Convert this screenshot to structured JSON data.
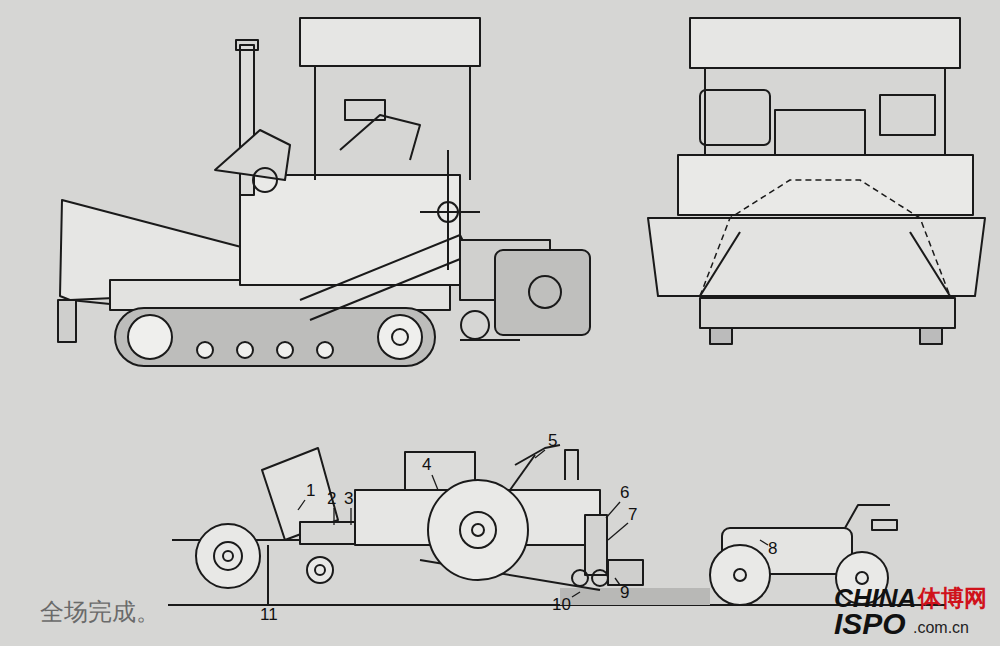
{
  "diagram": {
    "labels": [
      "1",
      "2",
      "3",
      "4",
      "5",
      "6",
      "7",
      "8",
      "9",
      "10",
      "11",
      "全场完成。",
      "CHINA",
      "体博网",
      "ISPO",
      ".com.cn"
    ]
  }
}
